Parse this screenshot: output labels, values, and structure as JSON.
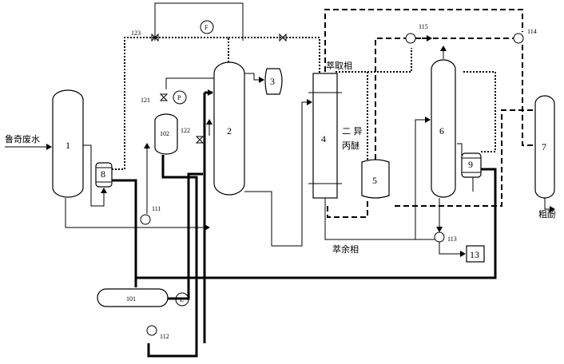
{
  "labels": {
    "feed": "鲁奇废水",
    "extract_phase": "萃取相",
    "raffinate_phase": "萃余相",
    "solvent_line1": "二 异",
    "solvent_line2": "丙醚",
    "crude_phenol": "粗酚"
  },
  "equipment": {
    "e1": "1",
    "e2": "2",
    "e3": "3",
    "e4": "4",
    "e5": "5",
    "e6": "6",
    "e7": "7",
    "e8": "8",
    "e9": "9",
    "e13": "13",
    "e101": "101",
    "e102": "102",
    "flow": "F",
    "pump": "P",
    "level": "L"
  },
  "tags": {
    "t111": "111",
    "t112": "112",
    "t113": "113",
    "t114": "114",
    "t115": "115",
    "t121": "121",
    "t122": "122",
    "t123": "123"
  }
}
